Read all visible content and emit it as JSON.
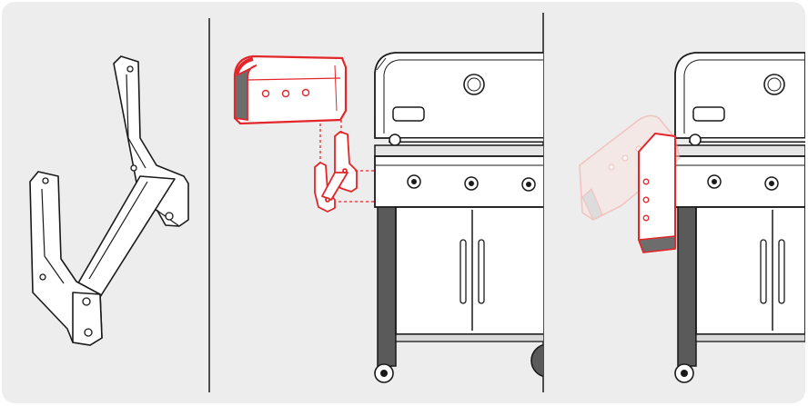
{
  "panels": [
    {
      "id": "bracket-detail",
      "label": ""
    },
    {
      "id": "attach-bracket",
      "label": ""
    },
    {
      "id": "mount-table",
      "label": ""
    }
  ],
  "colors": {
    "background": "#ededed",
    "divider": "#1a1a1a",
    "highlight": "#e3262a",
    "highlight_light": "#f4a39c",
    "outline": "#1a1a1a",
    "grill_fill": "#ffffff",
    "grill_shade": "#d9d9d9",
    "leg_fill": "#5a5a5a",
    "table_side": "#6d6d6d"
  },
  "icons": {
    "bracket": "side-table-bracket-icon",
    "side_table": "side-table-icon",
    "grill": "gas-grill-icon",
    "knob": "control-knob-icon",
    "wheel": "caster-wheel-icon",
    "thermometer": "lid-thermometer-icon"
  }
}
